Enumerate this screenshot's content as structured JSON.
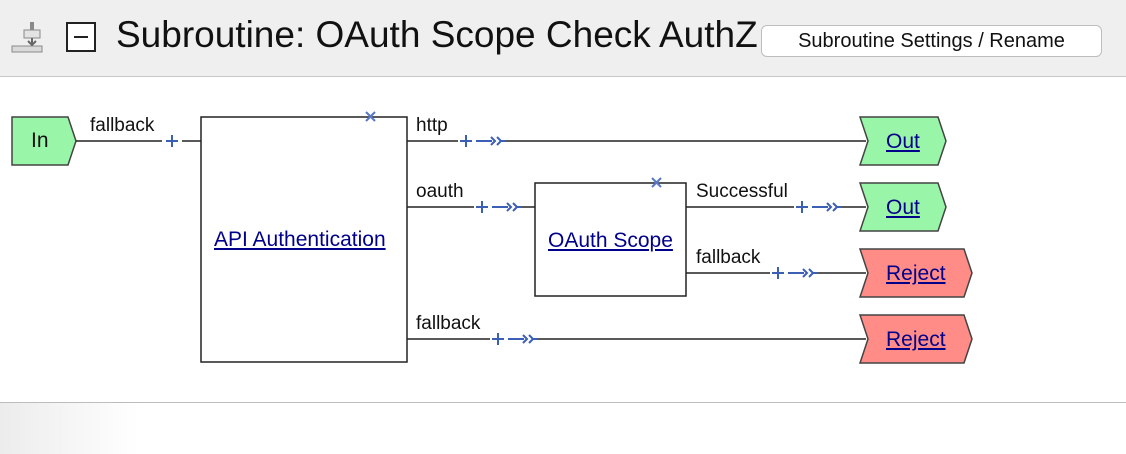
{
  "header": {
    "title": "Subroutine: OAuth Scope Check AuthZ",
    "settings_button": "Subroutine Settings / Rename",
    "tree_icon": "hierarchy-icon",
    "collapse_icon": "collapse-minus-icon"
  },
  "flow": {
    "input": {
      "label": "In",
      "outcome": "fallback"
    },
    "api_auth": {
      "label": "API Authentication",
      "outcomes": {
        "http": "http",
        "oauth": "oauth",
        "fallback": "fallback"
      }
    },
    "oauth_scope": {
      "label": "OAuth Scope",
      "outcomes": {
        "successful": "Successful",
        "fallback": "fallback"
      }
    },
    "terminals": {
      "out_1": "Out",
      "out_2": "Out",
      "reject_1": "Reject",
      "reject_2": "Reject"
    }
  },
  "colors": {
    "out_fill": "#99f5a8",
    "reject_fill": "#ff8c86",
    "connector_blue": "#3a5fb5",
    "remove_x": "#5a78c8"
  }
}
